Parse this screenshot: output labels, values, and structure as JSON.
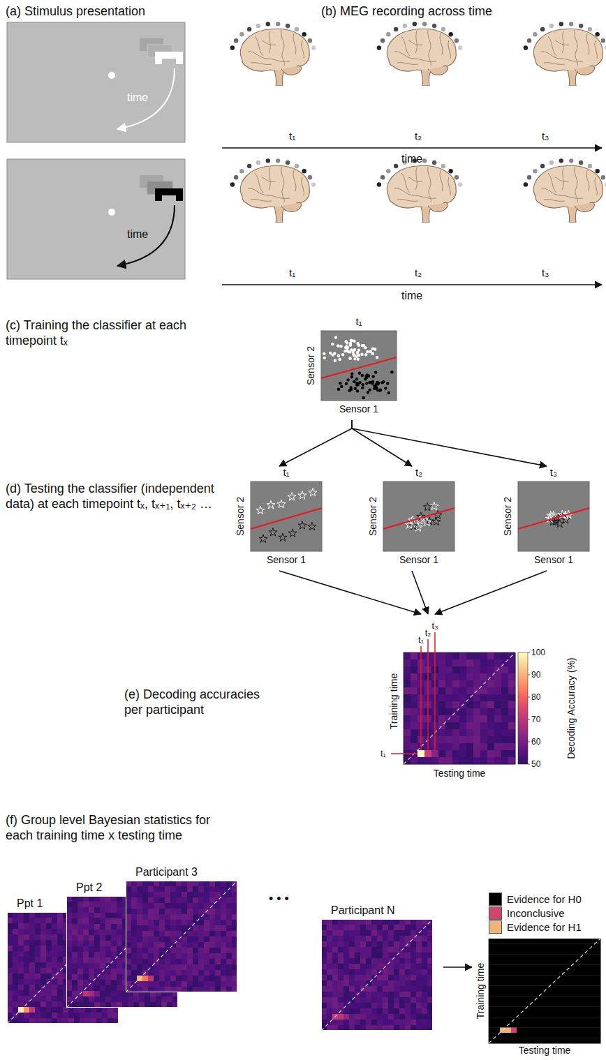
{
  "diagram": {
    "nodes": [
      {
        "text": [
          "t₁",
          "Sensor 2",
          "Sensor 1"
        ]
      },
      {
        "text": [
          "t₁",
          "Sensor 2",
          "Sensor 1"
        ]
      },
      {
        "text": [
          "t₂",
          "Sensor 2",
          "Sensor 1"
        ]
      },
      {
        "text": [
          "t₃",
          "Sensor 2",
          "Sensor 1"
        ]
      },
      {
        "text": [
          "Training time",
          "Testing time"
        ]
      },
      {
        "text": [
          "Ppt 1"
        ]
      },
      {
        "text": [
          "Ppt 2"
        ]
      },
      {
        "text": [
          "Participant 3"
        ]
      },
      {
        "text": [
          "Participant N"
        ]
      },
      {
        "text": [
          "Training time",
          "Testing time"
        ]
      }
    ],
    "edges": [
      {
        "from": 0,
        "to": 1,
        "arrow": "to"
      },
      {
        "from": 0,
        "to": 2,
        "arrow": "to"
      },
      {
        "from": 0,
        "to": 3,
        "arrow": "to"
      },
      {
        "from": 1,
        "to": 4,
        "arrow": "to"
      },
      {
        "from": 2,
        "to": 4,
        "arrow": "to"
      },
      {
        "from": 3,
        "to": 4,
        "arrow": "to"
      },
      {
        "from": 8,
        "to": 9,
        "arrow": "to"
      }
    ],
    "labels": [
      "(a) Stimulus presentation",
      "(b) MEG recording across time",
      "time",
      "time",
      "t₁",
      "t₂",
      "t₃",
      "time",
      "t₁",
      "t₂",
      "t₃",
      "time",
      "(c) Training the classifier at each timepoint tₓ",
      "(d) Testing the classifier (independent data) at each timepoint tₓ, tₓ₊₁, tₓ₊₂ …",
      "(e) Decoding accuracies per participant",
      "t₁",
      "t₂",
      "t₃",
      "t₁",
      "100",
      "90",
      "80",
      "70",
      "60",
      "50",
      "Decoding Accuracy (%)",
      "(f) Group level Bayesian statistics for each training time x testing time",
      "• • •"
    ],
    "legend": [
      {
        "text": "Evidence for H0",
        "color": "#000000"
      },
      {
        "text": "Inconclusive",
        "color": "#d1456d"
      },
      {
        "text": "Evidence for H1",
        "color": "#f2b27a"
      }
    ]
  }
}
